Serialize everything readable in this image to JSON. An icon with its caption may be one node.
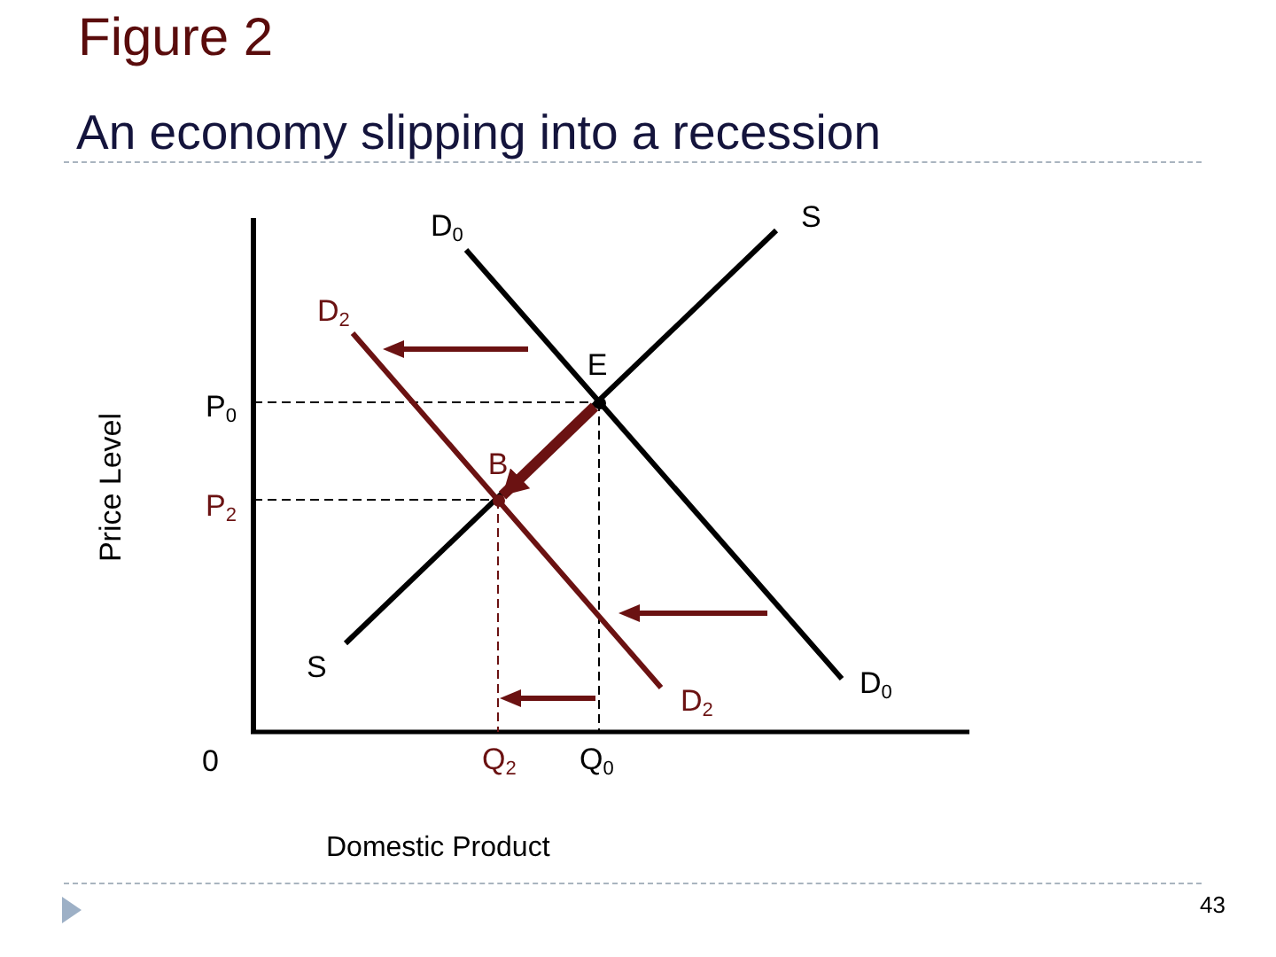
{
  "diagram": {
    "title": "Figure 2",
    "caption": "An economy slipping into a recession",
    "nodes": [
      {
        "text": [],
        "shape": "circle",
        "beside": [
          "E"
        ]
      },
      {
        "text": [],
        "shape": "circle",
        "beside": [
          "B"
        ]
      }
    ],
    "edges": [
      {
        "from": 0,
        "to": 1,
        "arrow": "to",
        "color": "#6b1212"
      }
    ],
    "labels": [
      "D$_{0}$",
      "S",
      "D$_{2}$",
      "Price Level",
      "P$_{0}$",
      "P$_{2}$",
      "S",
      "D$_{2}$",
      "D$_{0}$",
      "0",
      "Q$_{2}$",
      "Q$_{0}$",
      "Domestic Product",
      "43"
    ]
  }
}
